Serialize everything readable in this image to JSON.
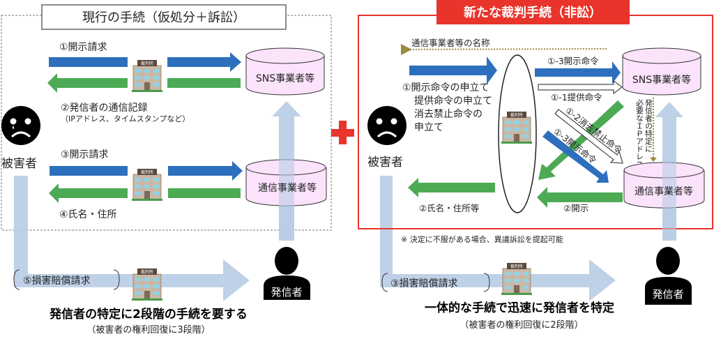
{
  "colors": {
    "blue_arrow": "#2e6fbd",
    "green_arrow": "#4caa55",
    "light_blue": "#b8cce4",
    "cylinder_fill": "#fbe3fb",
    "red": "#e8342a"
  },
  "court_label": "裁判所",
  "plus_icon": "red-plus-icon",
  "left": {
    "title": "現行の手続（仮処分＋訴訟）",
    "step1": "①開示請求",
    "step2": "②発信者の通信記録",
    "step2_note": "（IPアドレス、タイムスタンプなど）",
    "step3": "③開示請求",
    "step4": "④氏名・住所",
    "step5": "⑤損害賠償請求",
    "sns": "SNS事業者等",
    "carrier": "通信事業者等",
    "victim": "被害者",
    "sender": "発信者",
    "summary": "発信者の特定に2段階の手続を要する",
    "summary_note": "（被害者の権利回復に3段階）"
  },
  "right": {
    "title": "新たな裁判手続（非訟）",
    "carrier_name": "通信事業者等の名称",
    "petition": [
      "①開示命令の申立て",
      "提供命令の申立て",
      "消去禁止命令の",
      "申立て"
    ],
    "order_disclose_sns": "①-3開示命令",
    "order_provide": "①-1提供命令",
    "order_preserve": "①-2消去禁止命令",
    "order_disclose_carrier": "①-3開示命令",
    "ip_note": [
      "発信者の特定に",
      "必要なＩＰアドレス等"
    ],
    "disclose": "②開示",
    "name_address": "②氏名・住所等",
    "sns": "SNS事業者等",
    "carrier": "通信事業者等",
    "victim": "被害者",
    "sender": "発信者",
    "objection_note": "※  決定に不服がある場合、異議訴訟を提起可能",
    "step3": "③損害賠償請求",
    "summary": "一体的な手続で迅速に発信者を特定",
    "summary_note": "（被害者の権利回復に2段階）"
  }
}
